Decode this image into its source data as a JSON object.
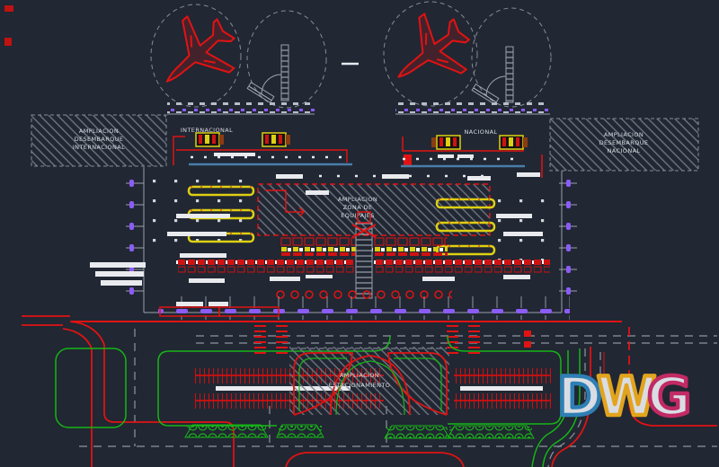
{
  "drawing": {
    "labels": {
      "intl_disembark": [
        "AMPLIACION",
        "DESEMBARQUE",
        "INTERNACIONAL"
      ],
      "natl_disembark": [
        "AMPLIACION",
        "DESEMBARQUE",
        "NACIONAL"
      ],
      "intl_concourse": "INTERNACIONAL",
      "natl_concourse": "NACIONAL",
      "baggage_zone": [
        "AMPLIACION",
        "ZONA DE",
        "EQUIPAJES"
      ],
      "parking_zone": [
        "AMPLIACION",
        "ESTACIONAMIENTO"
      ]
    },
    "colors": {
      "background": "#212733",
      "line_red": "#e01313",
      "line_green": "#17b517",
      "line_gray": "#9aa1ab",
      "line_white": "#e8eaee",
      "accent_yellow": "#ddd012",
      "accent_purple": "#8b5cf6",
      "accent_blue": "#4a7da8"
    },
    "watermark": {
      "letters": [
        {
          "char": "D",
          "color": "#2e7fb5"
        },
        {
          "char": "W",
          "color": "#e2a41e"
        },
        {
          "char": "G",
          "color": "#c22a64"
        }
      ]
    }
  }
}
